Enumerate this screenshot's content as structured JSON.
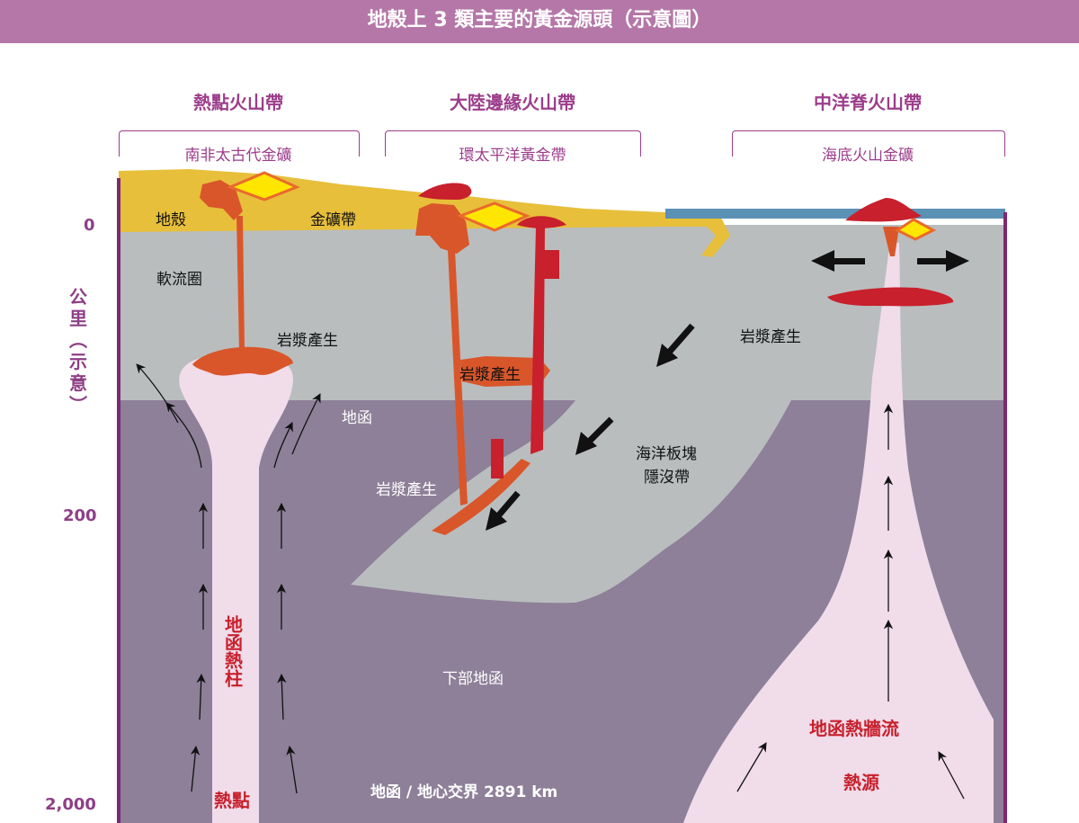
{
  "title": "地殼上 3 類主要的黃金源頭（示意圖）",
  "sections": [
    {
      "name": "熱點火山帶",
      "deposit": "南非太古代金礦"
    },
    {
      "name": "大陸邊緣火山帶",
      "deposit": "環太平洋黃金帶"
    },
    {
      "name": "中洋脊火山帶",
      "deposit": "海底火山金礦"
    }
  ],
  "axis": {
    "label": "公里（示意）",
    "ticks": [
      "0",
      "200",
      "2,000"
    ]
  },
  "labels": {
    "crust": "地殼",
    "gold_zone": "金礦帶",
    "asthenosphere": "軟流圈",
    "magma_1": "岩漿產生",
    "magma_2": "岩漿產生",
    "magma_3": "岩漿產生",
    "magma_4": "岩漿產生",
    "mantle": "地函",
    "slab_line1": "海洋板塊",
    "slab_line2": "隱沒帶",
    "lower_mantle": "下部地函",
    "boundary": "地函 / 地心交界 2891 km",
    "plume": "地函熱柱",
    "hotspot": "熱點",
    "curtain": "地函熱牆流",
    "heat_source": "熱源"
  },
  "colors": {
    "title_bar": "#b577a8",
    "heading": "#9c3d8b",
    "crust": "#e8bf3a",
    "asthenosphere": "#b9bdbe",
    "mantle": "#8d8098",
    "plume": "#f1dcea",
    "magma": "#d9562a",
    "magma_dark": "#c8202c",
    "gold": "#ffe600",
    "ocean": "#5b91b5"
  }
}
